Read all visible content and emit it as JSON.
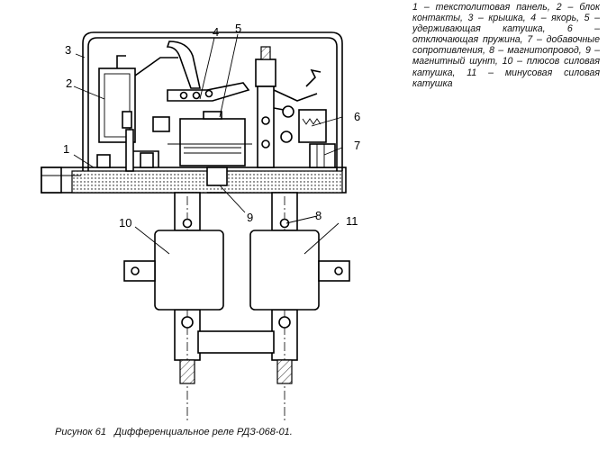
{
  "legend": "1 – текстолитовая панель, 2 – блок контакты, 3 – крышка, 4 – якорь, 5 – удерживающая катушка, 6 – отключающая пружина, 7 – добавочные сопротивления, 8 – магнитопровод, 9 – магнитный шунт, 10 – плюсов силовая катушка, 11 – минусовая силовая катушка",
  "caption": "Рисунок 61   Дифференциальное реле РДЗ-068-01.",
  "callouts": [
    "1",
    "2",
    "3",
    "4",
    "5",
    "6",
    "7",
    "8",
    "9",
    "10",
    "11"
  ]
}
